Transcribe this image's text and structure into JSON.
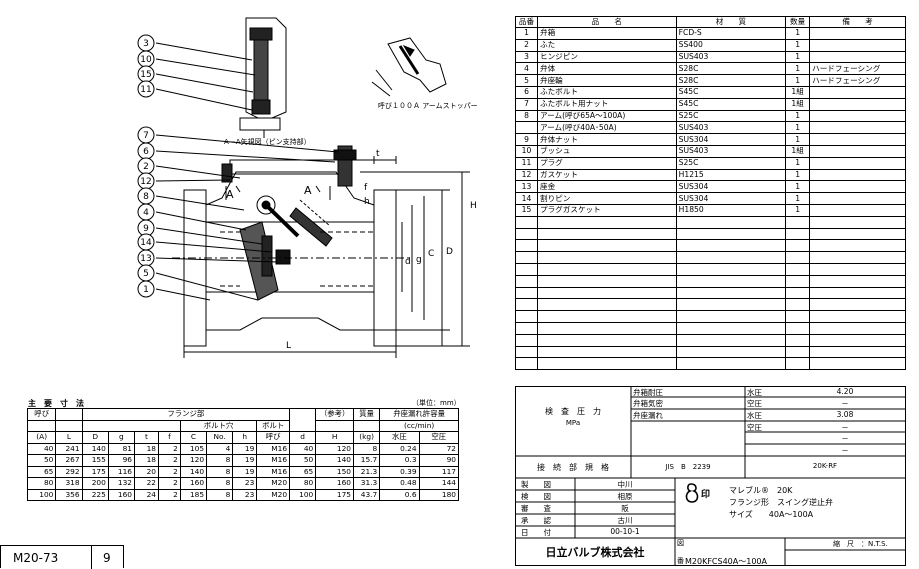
{
  "drawing": {
    "balloons": [
      "3",
      "10",
      "15",
      "11",
      "7",
      "6",
      "2",
      "12",
      "8",
      "4",
      "9",
      "14",
      "13",
      "5",
      "1"
    ],
    "section_label": "A－A矢視図（ピン支持部）",
    "arm_stopper_label": "呼び１００Ａ アームストッパー",
    "letters": {
      "A": "A",
      "L": "L",
      "H": "H",
      "D": "D",
      "C": "C",
      "g": "g",
      "d": "d",
      "t": "t",
      "f": "f",
      "h": "h"
    }
  },
  "parts_table": {
    "headers": [
      "品番",
      "品　　名",
      "材　　質",
      "数量",
      "備　　考"
    ],
    "rows": [
      {
        "no": "1",
        "name": "弁箱",
        "mat": "FCD-S",
        "qty": "1",
        "note": ""
      },
      {
        "no": "2",
        "name": "ふた",
        "mat": "SS400",
        "qty": "1",
        "note": ""
      },
      {
        "no": "3",
        "name": "ヒンジピン",
        "mat": "SUS403",
        "qty": "1",
        "note": ""
      },
      {
        "no": "4",
        "name": "弁体",
        "mat": "S28C",
        "qty": "1",
        "note": "ハードフェーシング"
      },
      {
        "no": "5",
        "name": "弁座輪",
        "mat": "S28C",
        "qty": "1",
        "note": "ハードフェーシング"
      },
      {
        "no": "6",
        "name": "ふたボルト",
        "mat": "S45C",
        "qty": "1組",
        "note": ""
      },
      {
        "no": "7",
        "name": "ふたボルト用ナット",
        "mat": "S45C",
        "qty": "1組",
        "note": ""
      },
      {
        "no": "8",
        "name": "アーム(呼び65A～100A)",
        "mat": "S25C",
        "qty": "1",
        "note": ""
      },
      {
        "no": "",
        "name": "アーム(呼び40A･50A)",
        "mat": "SUS403",
        "qty": "1",
        "note": ""
      },
      {
        "no": "9",
        "name": "弁体ナット",
        "mat": "SUS304",
        "qty": "1",
        "note": ""
      },
      {
        "no": "10",
        "name": "ブッシュ",
        "mat": "SUS403",
        "qty": "1組",
        "note": ""
      },
      {
        "no": "11",
        "name": "プラグ",
        "mat": "S25C",
        "qty": "1",
        "note": ""
      },
      {
        "no": "12",
        "name": "ガスケット",
        "mat": "H1215",
        "qty": "1",
        "note": ""
      },
      {
        "no": "13",
        "name": "座金",
        "mat": "SUS304",
        "qty": "1",
        "note": ""
      },
      {
        "no": "14",
        "name": "割りピン",
        "mat": "SUS304",
        "qty": "1",
        "note": ""
      },
      {
        "no": "15",
        "name": "プラグガスケット",
        "mat": "H1850",
        "qty": "1",
        "note": ""
      }
    ],
    "empty_rows": 13
  },
  "dimensions": {
    "title": "主　要　寸　法",
    "unit": "（単位：mm）",
    "head": {
      "yobi": "呼び",
      "flange": "フランジ部",
      "bolt_hole": "ボルト穴",
      "bolt": "ボルト",
      "bolt2": "呼び",
      "ref": "（参考）",
      "mass": "質量",
      "leak": "弁座漏れ許容量",
      "leak_unit": "(cc/min)",
      "A": "(A)",
      "L": "L",
      "D": "D",
      "g": "g",
      "t": "t",
      "f": "f",
      "C": "C",
      "No": "No.",
      "h": "h",
      "d": "d",
      "H": "H",
      "kg": "(kg)",
      "water": "水圧",
      "air": "空圧"
    },
    "rows": [
      [
        "40",
        "241",
        "140",
        "81",
        "18",
        "2",
        "105",
        "4",
        "19",
        "M16",
        "40",
        "120",
        "8",
        "0.24",
        "72"
      ],
      [
        "50",
        "267",
        "155",
        "96",
        "18",
        "2",
        "120",
        "8",
        "19",
        "M16",
        "50",
        "140",
        "15.7",
        "0.3",
        "90"
      ],
      [
        "65",
        "292",
        "175",
        "116",
        "20",
        "2",
        "140",
        "8",
        "19",
        "M16",
        "65",
        "150",
        "21.3",
        "0.39",
        "117"
      ],
      [
        "80",
        "318",
        "200",
        "132",
        "22",
        "2",
        "160",
        "8",
        "23",
        "M20",
        "80",
        "160",
        "31.3",
        "0.48",
        "144"
      ],
      [
        "100",
        "356",
        "225",
        "160",
        "24",
        "2",
        "185",
        "8",
        "23",
        "M20",
        "100",
        "175",
        "43.7",
        "0.6",
        "180"
      ]
    ]
  },
  "inspection": {
    "label": "検　査　圧　力",
    "unit": "MPa",
    "rows": [
      {
        "item": "弁箱耐圧",
        "kind": "水圧",
        "val": "4.20"
      },
      {
        "item": "弁箱気密",
        "kind": "空圧",
        "val": "－"
      },
      {
        "item": "弁座漏れ",
        "kind": "水圧",
        "val": "3.08"
      },
      {
        "item": "",
        "kind": "空圧",
        "val": "－"
      },
      {
        "item": "",
        "kind": "",
        "val": "－"
      },
      {
        "item": "",
        "kind": "",
        "val": "－"
      }
    ]
  },
  "connection": {
    "label": "接　続　部　規　格",
    "std": "JIS　B　2239",
    "grade": "20K-RF"
  },
  "approvals": [
    {
      "role": "製　　図",
      "name": "中川"
    },
    {
      "role": "検　　図",
      "name": "相原"
    },
    {
      "role": "審　　査",
      "name": "阪"
    },
    {
      "role": "承　　認",
      "name": "古川"
    },
    {
      "role": "日　　付",
      "name": "00-10-1"
    }
  ],
  "product": {
    "brand_mark": "印",
    "line1": "マレブル®　20K",
    "line2": "フランジ形　スイング逆止弁",
    "line3": "サイズ　　40A～100A"
  },
  "company": "日立バルブ株式会社",
  "scale_label": "縮　尺　：N.T.S.",
  "drawing_label": "図",
  "number_label": "番",
  "drawing_no": "M20KFCS40A～100A",
  "footer": {
    "code": "M20-73",
    "page": "9"
  }
}
